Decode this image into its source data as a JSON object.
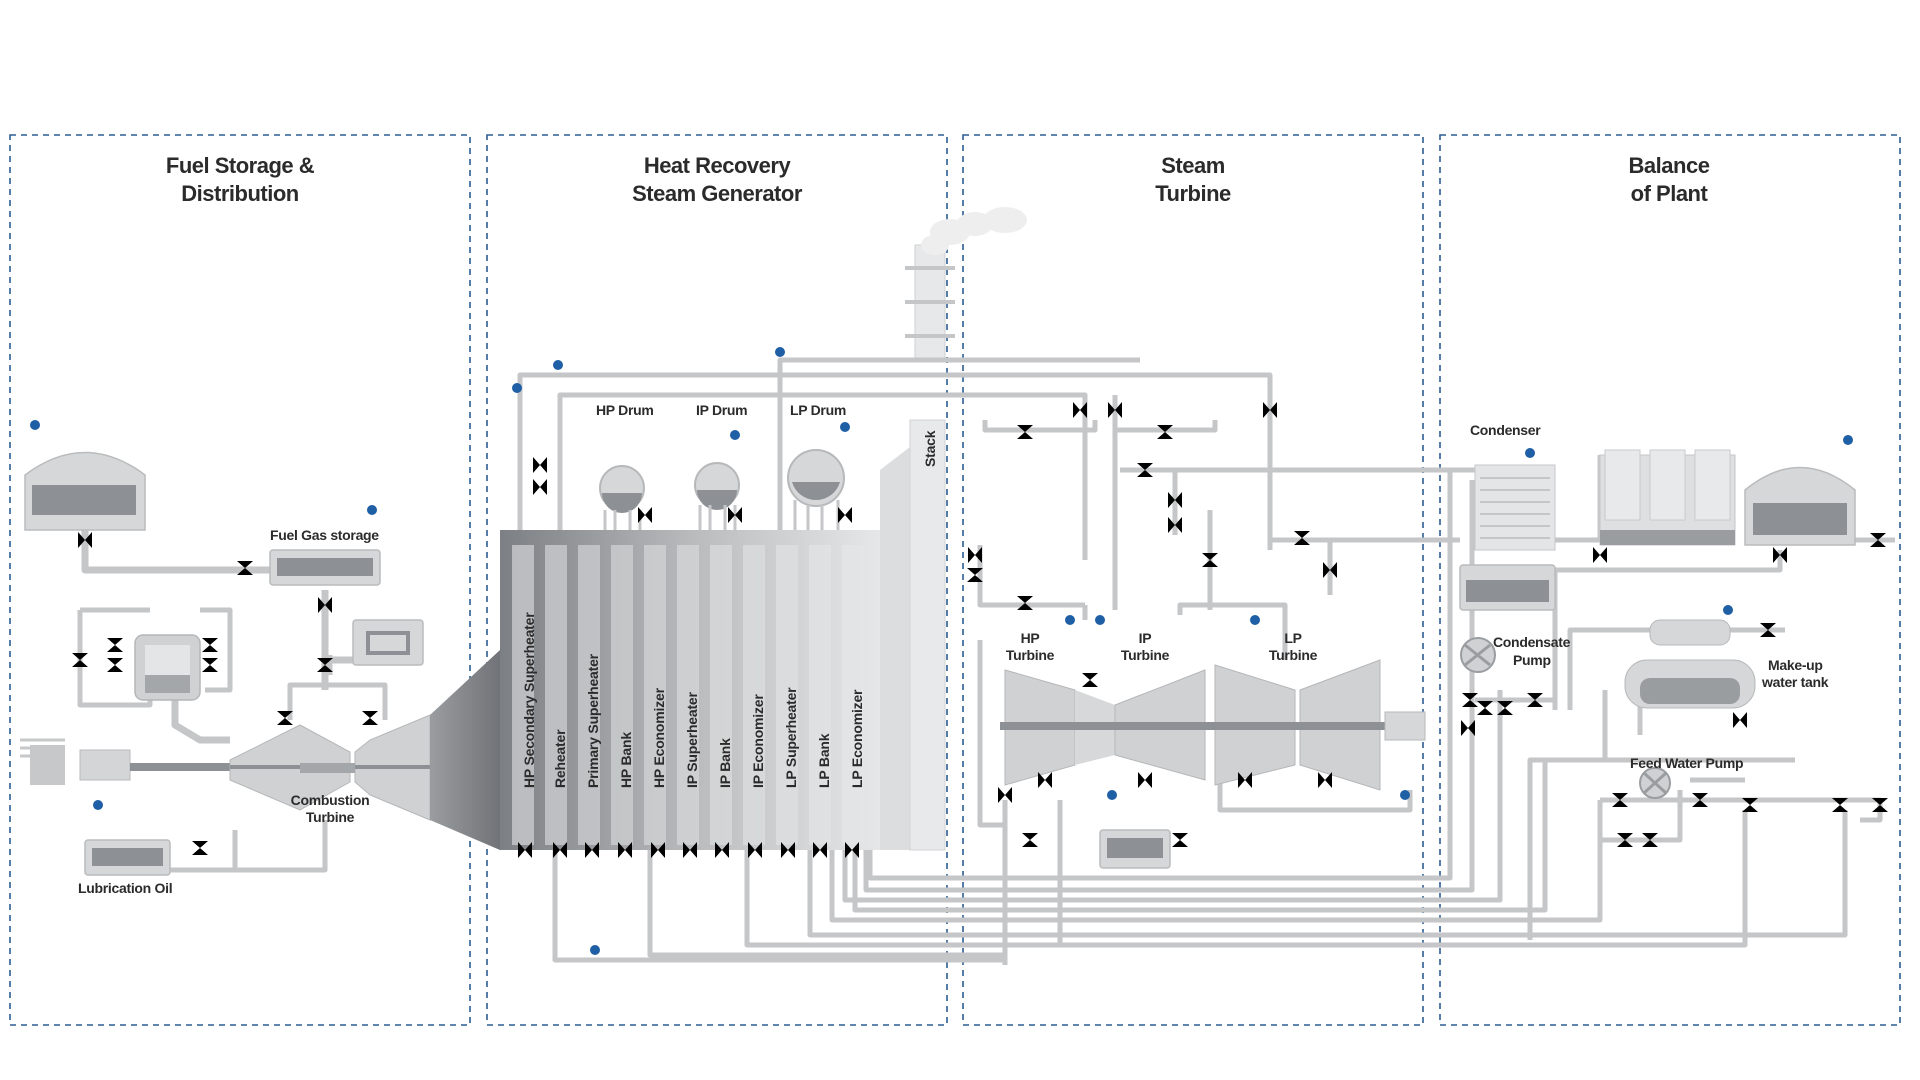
{
  "sections": [
    {
      "id": "fuel",
      "title_line1": "Fuel Storage &",
      "title_line2": "Distribution"
    },
    {
      "id": "hrsg",
      "title_line1": "Heat Recovery",
      "title_line2": "Steam Generator"
    },
    {
      "id": "steam",
      "title_line1": "Steam",
      "title_line2": "Turbine"
    },
    {
      "id": "bop",
      "title_line1": "Balance",
      "title_line2": "of Plant"
    }
  ],
  "labels": {
    "fuel_gas_storage": "Fuel Gas storage",
    "combustion_turbine_1": "Combustion",
    "combustion_turbine_2": "Turbine",
    "lubrication_oil": "Lubrication Oil",
    "hp_drum": "HP Drum",
    "ip_drum": "IP Drum",
    "lp_drum": "LP Drum",
    "stack": "Stack",
    "hp_turbine_1": "HP",
    "hp_turbine_2": "Turbine",
    "ip_turbine_1": "IP",
    "ip_turbine_2": "Turbine",
    "lp_turbine_1": "LP",
    "lp_turbine_2": "Turbine",
    "condenser": "Condenser",
    "condensate_pump_1": "Condensate",
    "condensate_pump_2": "Pump",
    "makeup_tank_1": "Make-up",
    "makeup_tank_2": "water tank",
    "feed_water_pump": "Feed Water Pump"
  },
  "hrsg_banks": [
    "HP Secondary Superheater",
    "Reheater",
    "Primary Superheater",
    "HP Bank",
    "HP Economizer",
    "IP Superheater",
    "IP Bank",
    "IP Economizer",
    "LP Superheater",
    "LP Bank",
    "LP Economizer"
  ],
  "colors": {
    "section_border": "#2c5d93",
    "valve": "#1f5fa5",
    "pipe": "#c4c6c8",
    "equipment": "#cfd1d3"
  },
  "icons": [
    "valve-icon",
    "pump-icon",
    "tank-icon",
    "turbine-icon",
    "stack-icon"
  ]
}
